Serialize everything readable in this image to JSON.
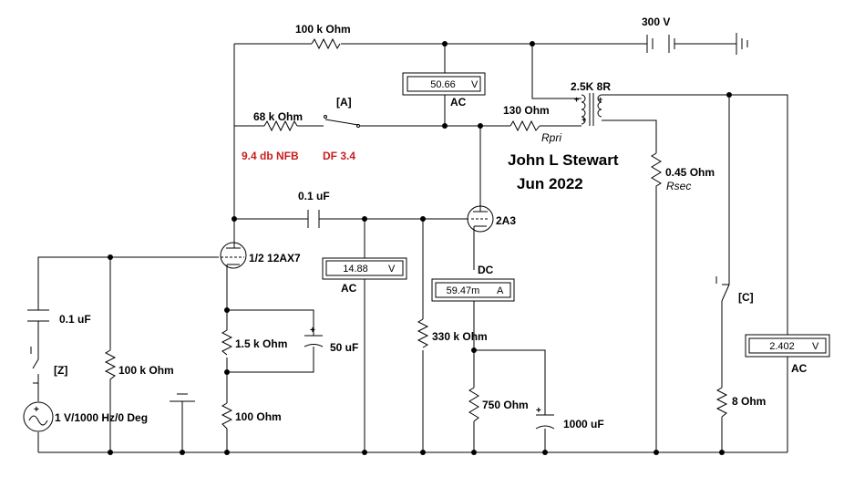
{
  "title": {
    "author": "John L Stewart",
    "date": "Jun 2022"
  },
  "supply": {
    "label": "300 V"
  },
  "transformer": {
    "label": "2.5K 8R"
  },
  "feedback": {
    "nfb_label": "9.4 db NFB",
    "df_label": "DF 3.4",
    "resistor_top": "100 k Ohm",
    "resistor_fb": "68 k Ohm",
    "switch_label": "[A]"
  },
  "components": {
    "rpri": "130  Ohm",
    "rpri_name": "Rpri",
    "rsec": "0.45  Ohm",
    "rsec_name": "Rsec",
    "tube_power": "2A3",
    "tube_driver": "1/2 12AX7",
    "coupling_cap": "0.1 uF",
    "input_cap": "0.1 uF",
    "input_res": "100 k Ohm",
    "cath_res": "1.5 k Ohm",
    "cath_cap": "50 uF",
    "fb_res": "100  Ohm",
    "grid_res": "330 k Ohm",
    "bias_res": "750  Ohm",
    "bias_cap": "1000 uF",
    "load": "8  Ohm",
    "source": "1 V/1000 Hz/0 Deg",
    "switch_z": "[Z]",
    "switch_c": "[C]"
  },
  "meters": {
    "plate_ac": {
      "value": "50.66",
      "unit": "V",
      "mode": "AC"
    },
    "grid_ac": {
      "value": "14.88",
      "unit": "V",
      "mode": "AC"
    },
    "cathode_dc": {
      "value": "59.47m",
      "unit": "A",
      "mode": "DC"
    },
    "output_ac": {
      "value": "2.402",
      "unit": "V",
      "mode": "AC"
    }
  },
  "colors": {
    "annotation": "#c81e1e",
    "wire": "#000000"
  }
}
